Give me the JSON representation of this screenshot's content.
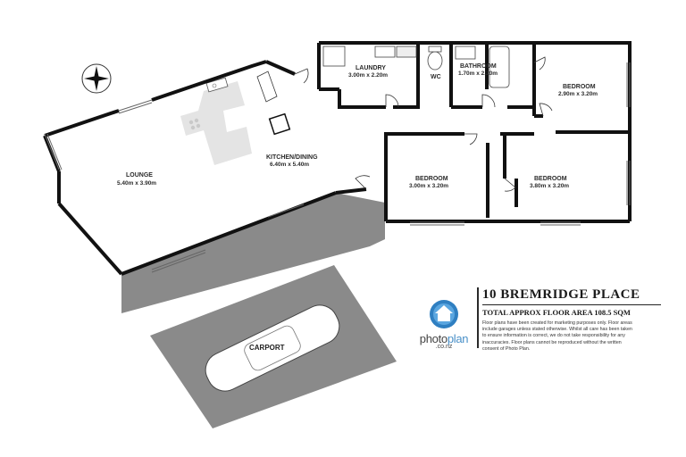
{
  "rooms": {
    "laundry": {
      "name": "LAUNDRY",
      "dims": "3.00m  x 2.20m"
    },
    "wc": {
      "name": "WC"
    },
    "bathroom": {
      "name": "BATHROOM",
      "dims": "1.70m  x 2.20m"
    },
    "bedroom1": {
      "name": "BEDROOM",
      "dims": "2.90m  x 3.20m"
    },
    "kitchen": {
      "name": "KITCHEN/DINING",
      "dims": "6.40m  x 5.40m"
    },
    "lounge": {
      "name": "LOUNGE",
      "dims": "5.40m  x 3.90m"
    },
    "bedroom2": {
      "name": "BEDROOM",
      "dims": "3.00m  x 3.20m"
    },
    "bedroom3": {
      "name": "BEDROOM",
      "dims": "3.80m  x 3.20m"
    },
    "carport": {
      "name": "CARPORT"
    }
  },
  "info": {
    "address": "10 BREMRIDGE PLACE",
    "area": "TOTAL APPROX FLOOR AREA 108.5 SQM",
    "disclaimer": "Floor plans have been created for marketing purposes only. Floor areas include garages unless stated otherwise. Whilst all care has been taken to ensure information is correct, we do not take responsibility for any inaccuracies. Floor plans cannot be reproduced without the written consent of Photo Plan."
  },
  "logo": {
    "brand_a": "photo",
    "brand_b": "plan",
    "domain": ".co.nz"
  },
  "colors": {
    "wall": "#111111",
    "deck": "#8a8a8a",
    "carport": "#8a8a8a",
    "bench": "#e6e6e6",
    "accent": "#2f7fc1"
  }
}
